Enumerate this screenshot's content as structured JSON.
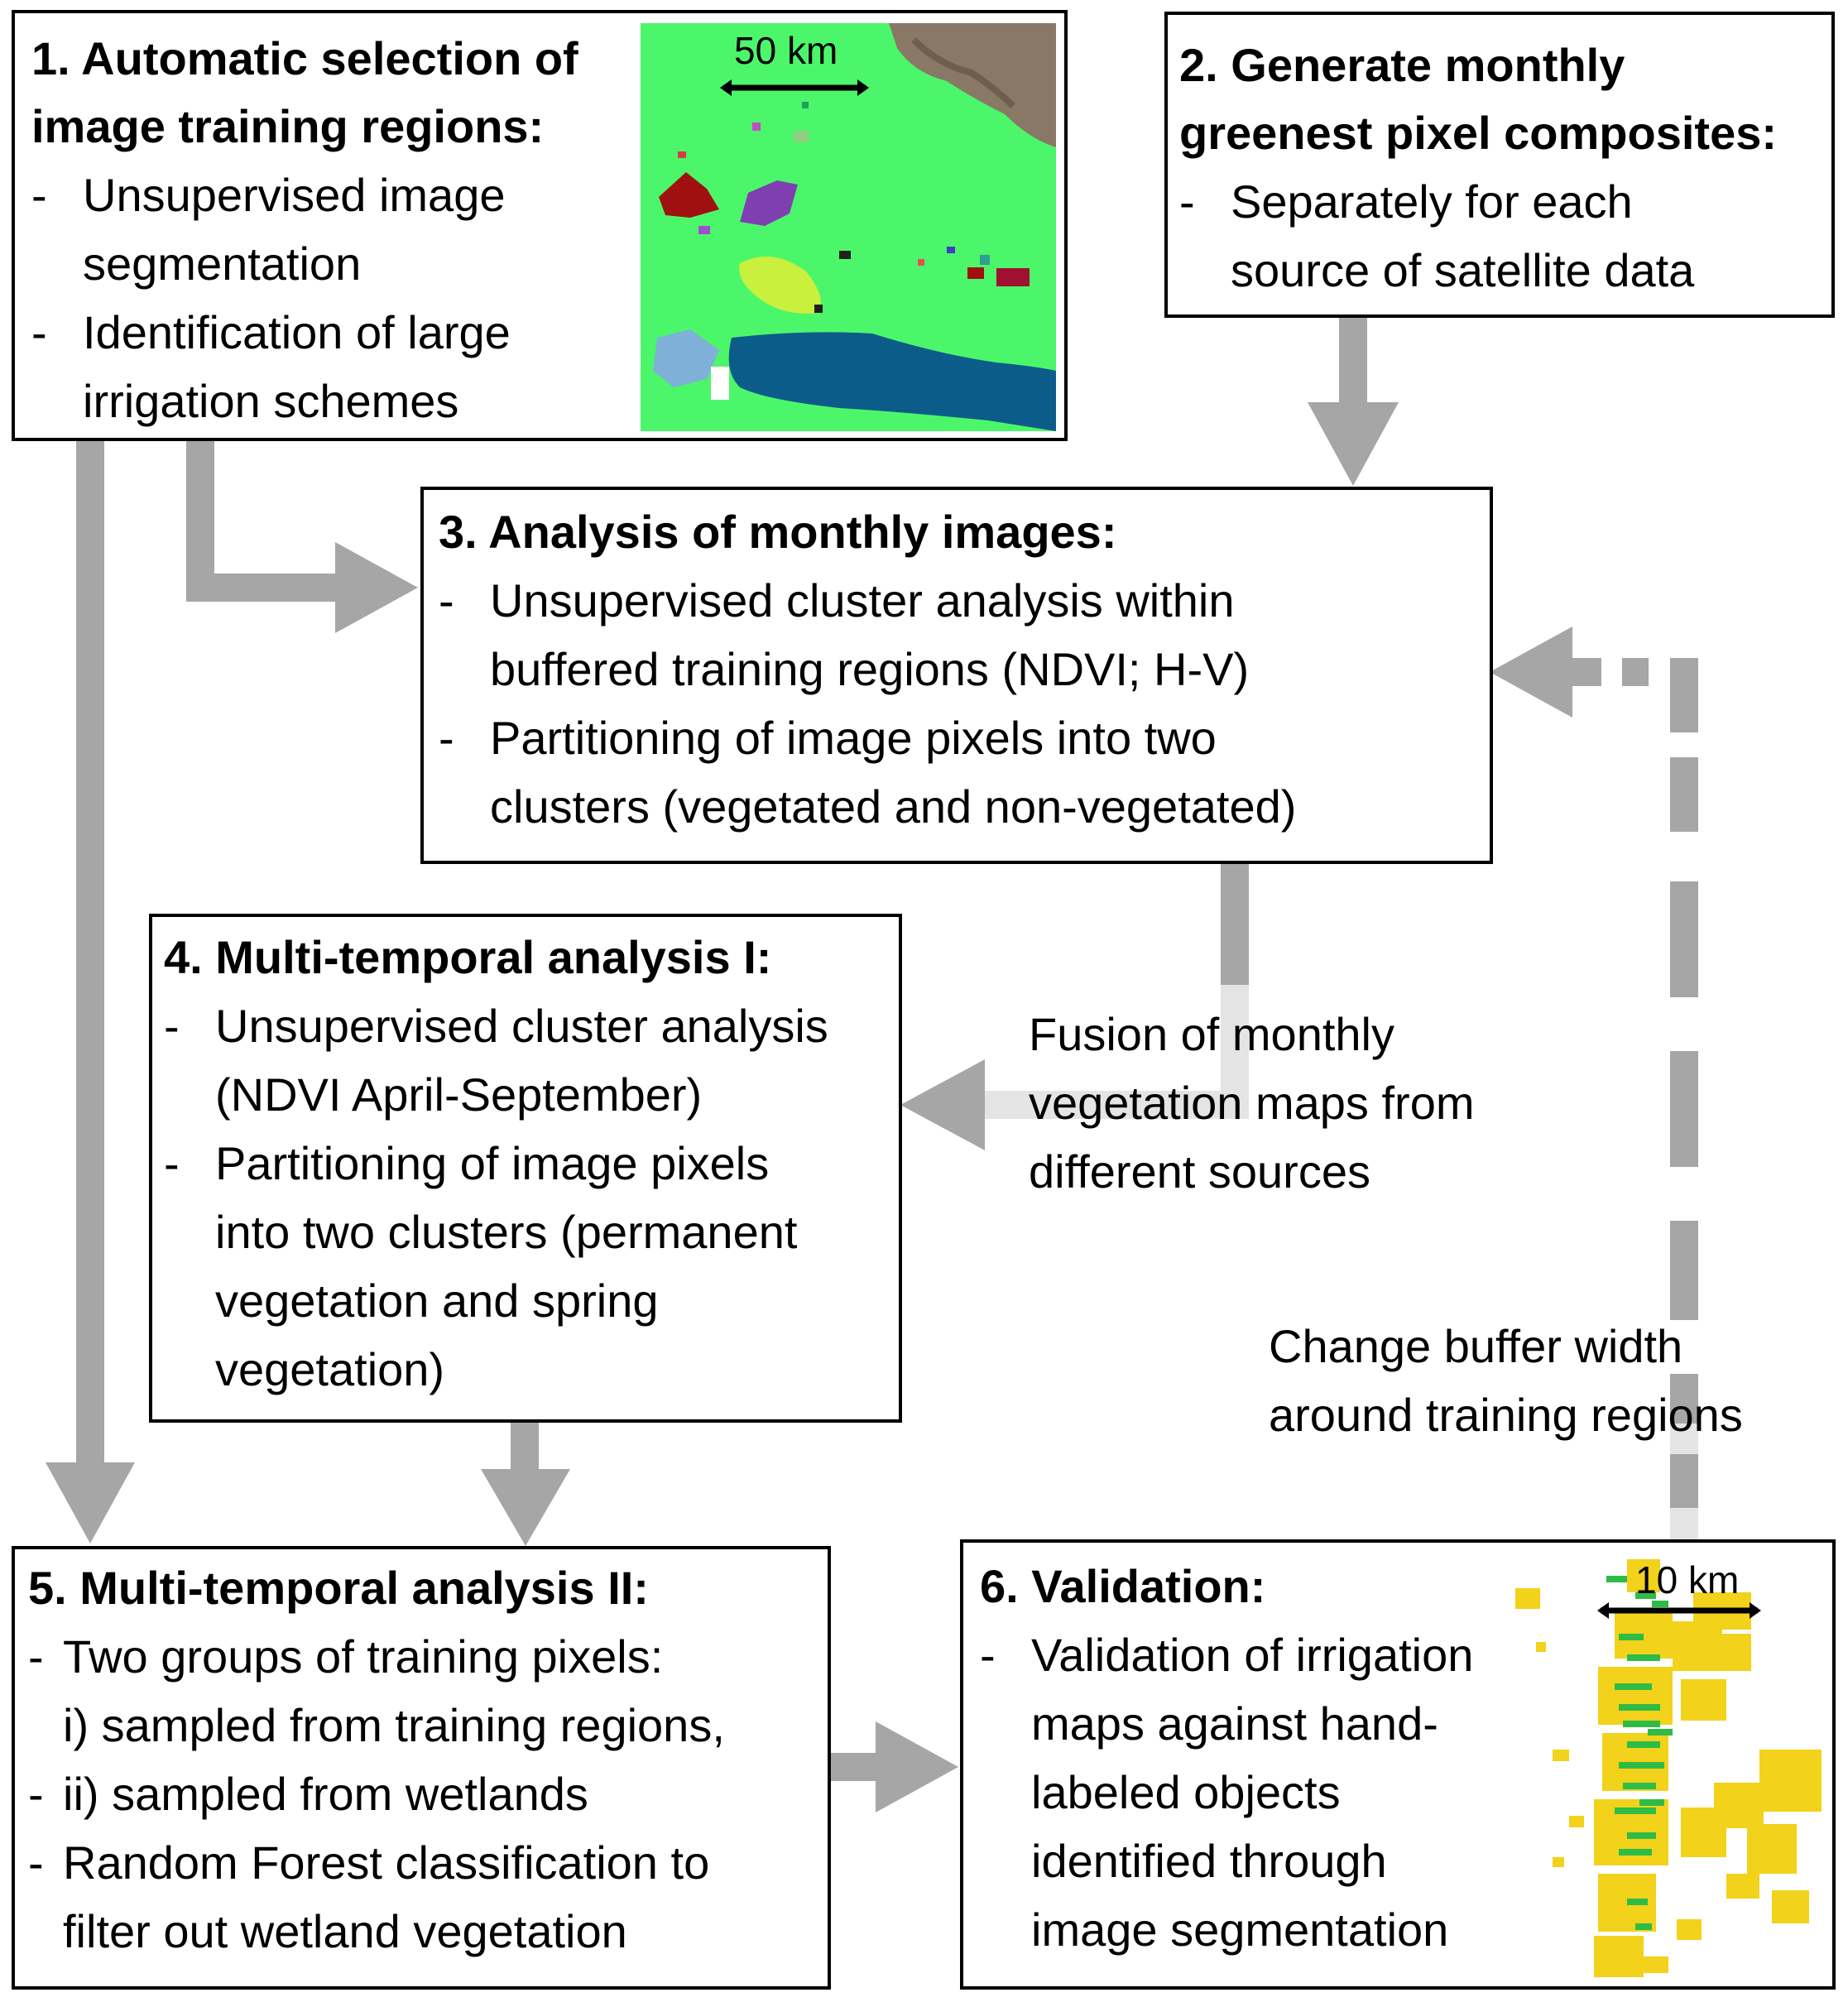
{
  "colors": {
    "arrow": "#a6a6a6",
    "arrow_light": "#e4e4e4",
    "border": "#000000",
    "segmentation_background": "#4cf66a",
    "validation_yellow": "#f2d21b",
    "validation_green": "#2ebc47"
  },
  "box1": {
    "title_lines": [
      "1. Automatic selection of",
      "image training regions:"
    ],
    "items": [
      {
        "lines": [
          "Unsupervised image",
          "segmentation"
        ]
      },
      {
        "lines": [
          "Identification of large",
          "irrigation schemes"
        ]
      }
    ],
    "scale": "50 km"
  },
  "box2": {
    "title_lines": [
      "2. Generate monthly",
      "greenest pixel composites:"
    ],
    "items": [
      {
        "lines": [
          "Separately for each",
          "source of satellite data"
        ]
      }
    ]
  },
  "box3": {
    "title_lines": [
      "3. Analysis of monthly images:"
    ],
    "items": [
      {
        "lines": [
          "Unsupervised cluster analysis within",
          "buffered training regions (NDVI; H-V)"
        ]
      },
      {
        "lines": [
          "Partitioning of image pixels into two",
          "clusters (vegetated and non-vegetated)"
        ]
      }
    ]
  },
  "box4": {
    "title_lines": [
      "4. Multi-temporal analysis I:"
    ],
    "items": [
      {
        "lines": [
          "Unsupervised cluster analysis",
          "(NDVI April-September)"
        ]
      },
      {
        "lines": [
          "Partitioning of image pixels",
          "into two clusters (permanent",
          "vegetation and spring",
          "vegetation)"
        ]
      }
    ]
  },
  "box5": {
    "title_lines": [
      "5. Multi-temporal analysis II:"
    ],
    "items": [
      {
        "lines": [
          "Two groups of training pixels:",
          "i) sampled from training regions,"
        ]
      },
      {
        "lines": [
          "ii) sampled from wetlands"
        ]
      },
      {
        "lines": [
          "Random Forest classification to",
          "filter out wetland vegetation"
        ]
      }
    ]
  },
  "box6": {
    "title_lines": [
      "6. Validation:"
    ],
    "items": [
      {
        "lines": [
          "Validation of irrigation",
          "maps against hand-",
          "labeled objects",
          "identified through",
          "image segmentation"
        ]
      }
    ],
    "scale": "10 km"
  },
  "fusion_label": [
    "Fusion of monthly",
    "vegetation maps from",
    "different sources"
  ],
  "buffer_label": [
    "Change buffer width",
    "around training regions"
  ]
}
